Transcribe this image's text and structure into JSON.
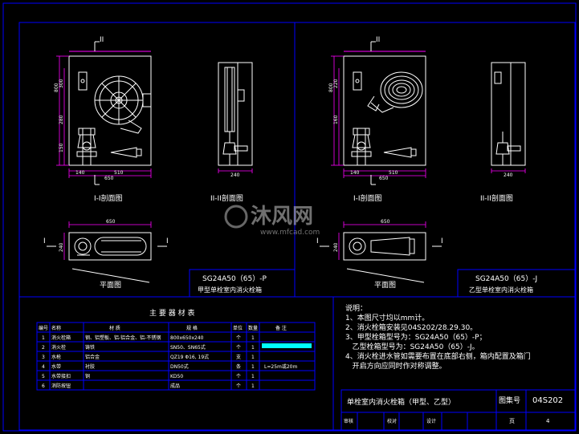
{
  "views": {
    "left_section_mark": "II",
    "right_section_mark": "II",
    "left_front_title": "I-I剖面图",
    "left_side_title": "II-II剖面图",
    "right_front_title": "I-I剖面图",
    "right_side_title": "II-II剖面图",
    "left_plan_title": "平面图",
    "right_plan_title": "平面图",
    "plan_mark": "I"
  },
  "dims": {
    "total_h": "800",
    "h_a": "300",
    "h_b": "280",
    "h_c": "220",
    "h_d": "160",
    "h_e": "150",
    "w_140": "140",
    "w_510": "510",
    "w_650": "650",
    "w_240": "240",
    "plan_650": "650",
    "plan_240": "240"
  },
  "captions": {
    "left_model": "SG24A50（65）-P",
    "left_desc": "甲型单栓室内消火栓箱",
    "right_model": "SG24A50（65）-J",
    "right_desc": "乙型单栓室内消火栓箱"
  },
  "materials": {
    "title": "主 要 器 材 表",
    "headers": [
      "编号",
      "名称",
      "材 质",
      "规 格",
      "单位",
      "数量",
      "备 注"
    ],
    "rows": [
      [
        "1",
        "消火栓箱",
        "钢、铝塑板、铝-铝合金、铝-不锈钢",
        "800x650x240",
        "个",
        "1",
        ""
      ],
      [
        "2",
        "消火栓",
        "铸铁",
        "SN50、SN65式",
        "个",
        "1",
        ""
      ],
      [
        "3",
        "水枪",
        "铝合金",
        "QZ19 Φ16, 19式",
        "支",
        "1",
        ""
      ],
      [
        "4",
        "水带",
        "衬胶",
        "DN50式",
        "条",
        "1",
        "L=25m或20m"
      ],
      [
        "5",
        "水带接扣",
        "铜",
        "KD50",
        "个",
        "1",
        ""
      ],
      [
        "6",
        "消防按钮",
        "",
        "成品",
        "个",
        "1",
        ""
      ]
    ]
  },
  "notes": {
    "title": "说明：",
    "lines": [
      "1、本图尺寸均以mm计。",
      "2、消火栓箱安装见04S202/28.29.30。",
      "3、甲型栓箱型号为：SG24A50（65）-P；",
      "   乙型栓箱型号为：SG24A50（65）-J。",
      "4、消火栓进水管如需要布置在底部右侧，箱内配置及箱门",
      "   开启方向应同时作对称调整。"
    ]
  },
  "titleblock": {
    "title": "单栓室内消火栓箱（甲型、乙型）",
    "set_label": "图集号",
    "set_no": "04S202",
    "review": "审核",
    "check": "校对",
    "design": "设计",
    "page_label": "页",
    "page_no": "4"
  },
  "watermark": {
    "brand": "沐风网",
    "url": "www.mfcad.com"
  },
  "colors": {
    "background": "#000000",
    "frame": "#0000ff",
    "drawing": "#ffffff",
    "dimension": "#ff00ff",
    "text": "#ffffff",
    "highlight": "#00ffff"
  }
}
